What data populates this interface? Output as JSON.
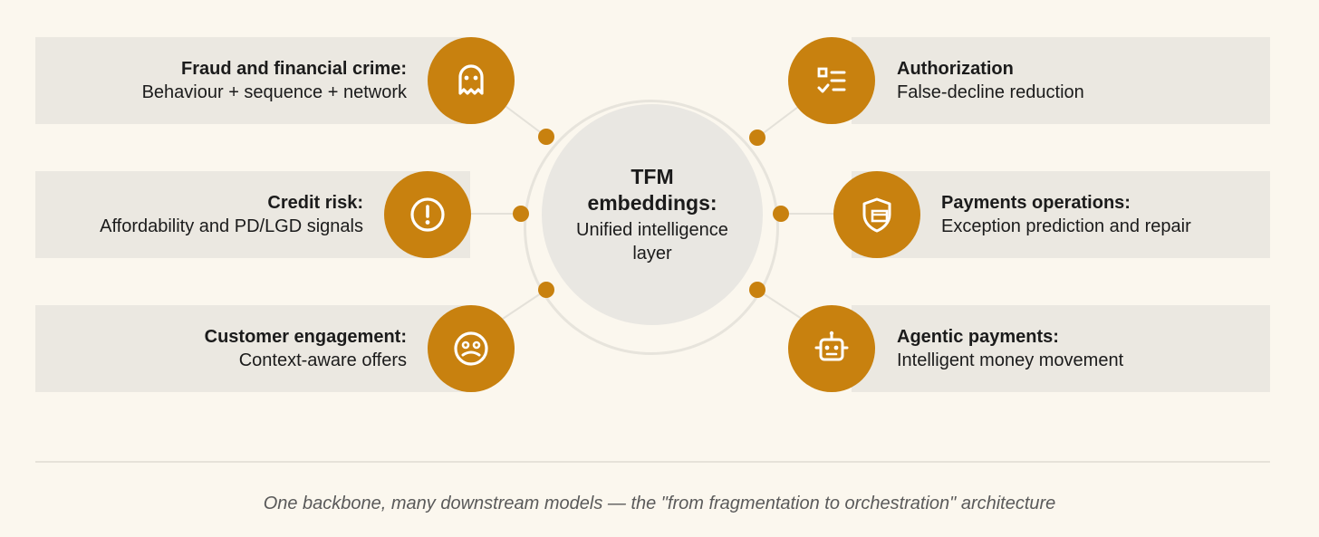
{
  "colors": {
    "accent": "#c8810f",
    "band": "#ebe8e1",
    "background": "#fbf7ee",
    "center": "#e9e7e2"
  },
  "center": {
    "title": "TFM embeddings:",
    "subtitle": "Unified intelligence layer"
  },
  "left_items": [
    {
      "title": "Fraud and financial crime:",
      "desc": "Behaviour + sequence + network",
      "icon": "ghost-icon"
    },
    {
      "title": "Credit risk:",
      "desc": "Affordability and PD/LGD signals",
      "icon": "alert-icon"
    },
    {
      "title": "Customer engagement:",
      "desc": "Context-aware offers",
      "icon": "face-icon"
    }
  ],
  "right_items": [
    {
      "title": "Authorization",
      "desc": "False-decline reduction",
      "icon": "checklist-icon"
    },
    {
      "title": "Payments operations:",
      "desc": "Exception prediction and repair",
      "icon": "shield-card-icon"
    },
    {
      "title": "Agentic payments:",
      "desc": "Intelligent money movement",
      "icon": "robot-icon"
    }
  ],
  "caption": "One backbone, many downstream models — the \"from fragmentation to orchestration\" architecture"
}
